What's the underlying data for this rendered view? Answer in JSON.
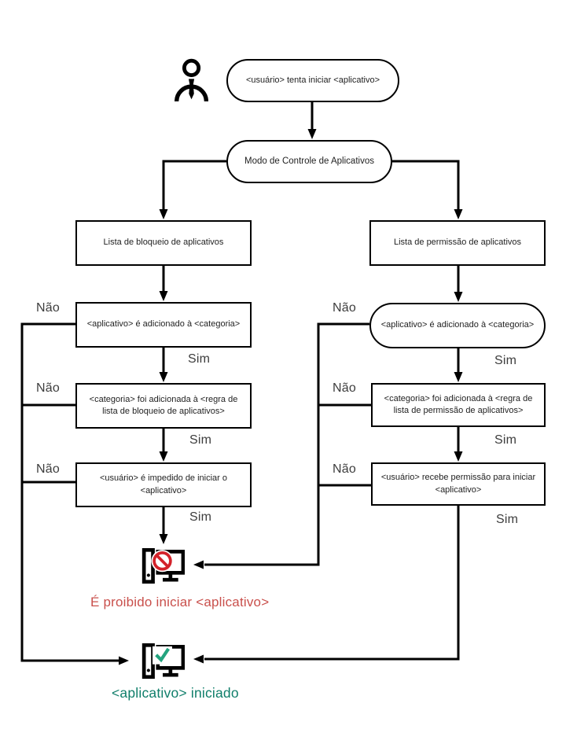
{
  "diagram": {
    "title_implicit": "Modo de Controle de Aplicativos flowchart",
    "start": {
      "label": "<usuário> tenta iniciar <aplicativo>"
    },
    "mode": {
      "label": "Modo de Controle de Aplicativos"
    },
    "left_branch": {
      "title": "Lista de bloqueio de aplicativos",
      "steps": [
        {
          "label": "<aplicativo> é adicionado à <categoria>"
        },
        {
          "label": "<categoria> foi adicionada à <regra de lista de bloqueio de aplicativos>"
        },
        {
          "label": "<usuário> é impedido  de iniciar o <aplicativo>"
        }
      ]
    },
    "right_branch": {
      "title": "Lista de permissão de aplicativos",
      "steps": [
        {
          "label": "<aplicativo> é adicionado à <categoria>"
        },
        {
          "label": "<categoria> foi adicionada à <regra de lista de permissão de aplicativos>"
        },
        {
          "label": "<usuário> recebe permissão para iniciar <aplicativo>"
        }
      ]
    },
    "labels": {
      "yes": "Sim",
      "no": "Não"
    },
    "outcomes": {
      "blocked": {
        "label": "É proibido iniciar <aplicativo>",
        "color": "#c9504c"
      },
      "started": {
        "label": "<aplicativo> iniciado",
        "color": "#0f7e6a"
      }
    },
    "icons": {
      "actor": "user-icon",
      "blocked": "computer-prohibited-icon",
      "started": "computer-check-icon"
    },
    "colors": {
      "line": "#000000",
      "prohibition_sign": "#d3222a",
      "check_sign": "#23a47f",
      "background": "#ffffff"
    }
  }
}
